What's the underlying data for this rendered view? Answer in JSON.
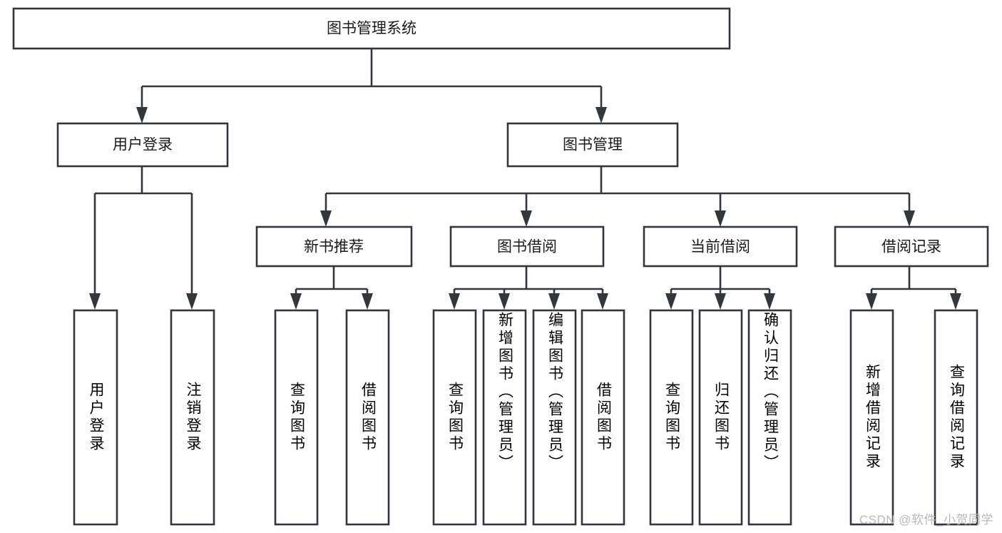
{
  "diagram": {
    "title": "图书管理系统",
    "type": "tree-hierarchy-chart",
    "orientation": "top-down",
    "colors": {
      "box_fill": "#ffffff",
      "box_stroke": "#33363b",
      "connector": "#33363b",
      "text": "#1b1b1b",
      "watermark": "#b9b9b9",
      "background": "#ffffff"
    },
    "root": {
      "id": "root",
      "label": "图书管理系统",
      "text_orientation": "horizontal"
    },
    "level2": [
      {
        "id": "user-login",
        "label": "用户登录",
        "text_orientation": "horizontal"
      },
      {
        "id": "book-management",
        "label": "图书管理",
        "text_orientation": "horizontal"
      }
    ],
    "level3": [
      {
        "id": "new-book-recommend",
        "label": "新书推荐",
        "parent": "book-management",
        "text_orientation": "horizontal"
      },
      {
        "id": "book-borrow",
        "label": "图书借阅",
        "parent": "book-management",
        "text_orientation": "horizontal"
      },
      {
        "id": "current-borrow",
        "label": "当前借阅",
        "parent": "book-management",
        "text_orientation": "horizontal"
      },
      {
        "id": "borrow-record",
        "label": "借阅记录",
        "parent": "book-management",
        "text_orientation": "horizontal"
      }
    ],
    "leaves": [
      {
        "id": "leaf-user-login",
        "label": "用户登录",
        "parent": "user-login",
        "text_orientation": "vertical"
      },
      {
        "id": "leaf-logout-login",
        "label": "注销登录",
        "parent": "user-login",
        "text_orientation": "vertical"
      },
      {
        "id": "leaf-query-book-1",
        "label": "查询图书",
        "parent": "new-book-recommend",
        "text_orientation": "vertical"
      },
      {
        "id": "leaf-borrow-book-1",
        "label": "借阅图书",
        "parent": "new-book-recommend",
        "text_orientation": "vertical"
      },
      {
        "id": "leaf-query-book-2",
        "label": "查询图书",
        "parent": "book-borrow",
        "text_orientation": "vertical"
      },
      {
        "id": "leaf-add-book",
        "label": "新增图书（管理员）",
        "parent": "book-borrow",
        "text_orientation": "vertical"
      },
      {
        "id": "leaf-edit-book",
        "label": "编辑图书（管理员）",
        "parent": "book-borrow",
        "text_orientation": "vertical"
      },
      {
        "id": "leaf-borrow-book-2",
        "label": "借阅图书",
        "parent": "book-borrow",
        "text_orientation": "vertical"
      },
      {
        "id": "leaf-query-book-3",
        "label": "查询图书",
        "parent": "current-borrow",
        "text_orientation": "vertical"
      },
      {
        "id": "leaf-return-book",
        "label": "归还图书",
        "parent": "current-borrow",
        "text_orientation": "vertical"
      },
      {
        "id": "leaf-confirm-return",
        "label": "确认归还（管理员）",
        "parent": "current-borrow",
        "text_orientation": "vertical"
      },
      {
        "id": "leaf-add-borrow-record",
        "label": "新增借阅记录",
        "parent": "borrow-record",
        "text_orientation": "vertical"
      },
      {
        "id": "leaf-query-borrow-record",
        "label": "查询借阅记录",
        "parent": "borrow-record",
        "text_orientation": "vertical"
      }
    ]
  },
  "watermark": {
    "text": "CSDN @软件_小贺同学"
  }
}
